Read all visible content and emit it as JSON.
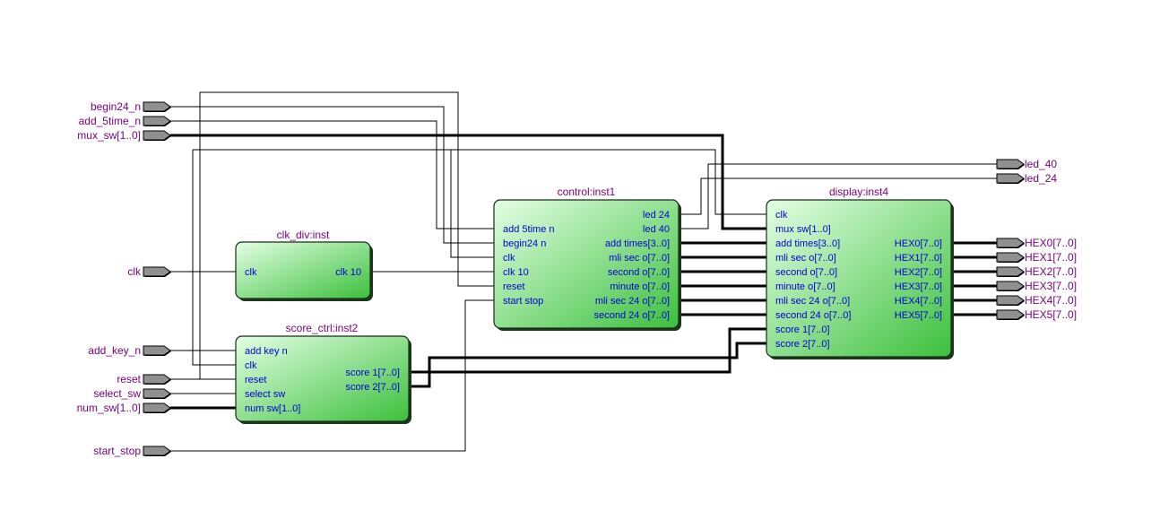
{
  "inputs": [
    {
      "name": "begin24_n",
      "y": 0,
      "bus": false
    },
    {
      "name": "add_5time_n",
      "y": 1,
      "bus": false
    },
    {
      "name": "mux_sw[1..0]",
      "y": 2,
      "bus": true
    },
    {
      "name": "clk",
      "y": 3,
      "bus": false
    },
    {
      "name": "add_key_n",
      "y": 4,
      "bus": false
    },
    {
      "name": "reset",
      "y": 5,
      "bus": false
    },
    {
      "name": "select_sw",
      "y": 6,
      "bus": false
    },
    {
      "name": "num_sw[1..0]",
      "y": 7,
      "bus": true
    },
    {
      "name": "start_stop",
      "y": 8,
      "bus": false
    }
  ],
  "outputs": [
    {
      "name": "led_40"
    },
    {
      "name": "led_24"
    },
    {
      "name": "HEX0[7..0]"
    },
    {
      "name": "HEX1[7..0]"
    },
    {
      "name": "HEX2[7..0]"
    },
    {
      "name": "HEX3[7..0]"
    },
    {
      "name": "HEX4[7..0]"
    },
    {
      "name": "HEX5[7..0]"
    }
  ],
  "blocks": {
    "clk_div": {
      "title": "clk_div:inst",
      "left_pins": [
        "clk"
      ],
      "right_pins": [
        "clk 10"
      ]
    },
    "score_ctrl": {
      "title": "score_ctrl:inst2",
      "left_pins": [
        "add key n",
        "clk",
        "reset",
        "select sw",
        "num sw[1..0]"
      ],
      "right_pins": [
        "score 1[7..0]",
        "score 2[7..0]"
      ]
    },
    "control": {
      "title": "control:inst1",
      "left_pins": [
        "add 5time n",
        "begin24 n",
        "clk",
        "clk 10",
        "reset",
        "start stop"
      ],
      "right_pins": [
        "led 24",
        "led 40",
        "add times[3..0]",
        "mli sec o[7..0]",
        "second o[7..0]",
        "minute o[7..0]",
        "mli sec 24 o[7..0]",
        "second 24 o[7..0]"
      ]
    },
    "display": {
      "title": "display:inst4",
      "left_pins": [
        "clk",
        "mux sw[1..0]",
        "add times[3..0]",
        "mli sec o[7..0]",
        "second o[7..0]",
        "minute o[7..0]",
        "mli sec 24 o[7..0]",
        "second 24 o[7..0]",
        "score 1[7..0]",
        "score 2[7..0]"
      ],
      "right_pins": [
        "HEX0[7..0]",
        "HEX1[7..0]",
        "HEX2[7..0]",
        "HEX3[7..0]",
        "HEX4[7..0]",
        "HEX5[7..0]"
      ]
    }
  },
  "colors": {
    "block_light": "#e4ffe4",
    "block_dark": "#3cc03c",
    "pin_label": "#0000e0",
    "io_label": "#800080",
    "io_body": "#909090"
  }
}
